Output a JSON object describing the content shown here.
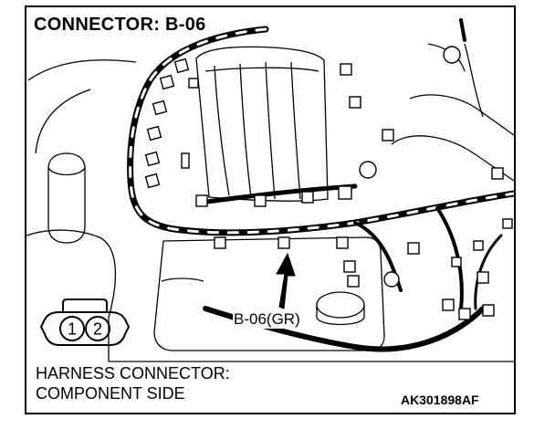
{
  "title": "CONNECTOR: B-06",
  "callout_label": "B-06(GR)",
  "connector_pins": [
    "1",
    "2"
  ],
  "caption": {
    "line1": "HARNESS CONNECTOR:",
    "line2": "COMPONENT SIDE"
  },
  "figure_code": "AK301898AF"
}
